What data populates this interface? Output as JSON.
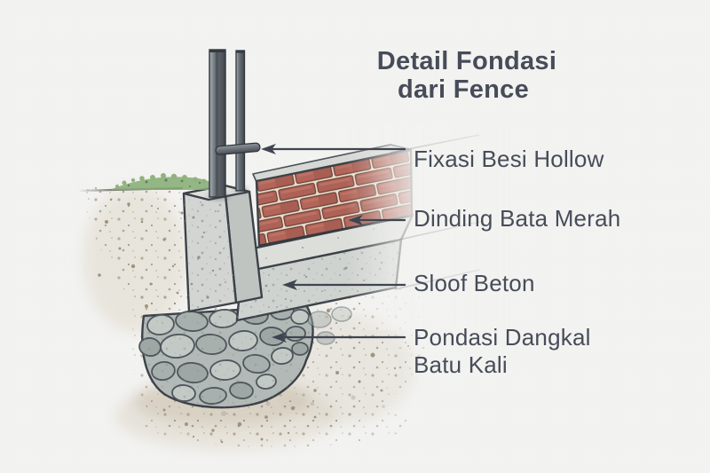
{
  "title": {
    "line1": "Detail Fondasi",
    "line2": "dari Fence"
  },
  "callouts": [
    {
      "id": "fixasi-besi-hollow",
      "label": "Fixasi Besi Hollow"
    },
    {
      "id": "dinding-bata-merah",
      "label": "Dinding Bata Merah"
    },
    {
      "id": "sloof-beton",
      "label": "Sloof Beton"
    },
    {
      "id": "pondasi-dangkal-batu-kali",
      "label": "Pondasi Dangkal",
      "label_line2": "Batu Kali"
    }
  ],
  "colors": {
    "background": "#f3f3f1",
    "text": "#474c59",
    "leader_line": "#3f4550",
    "brick": "#ae6257",
    "mortar": "#e8dfca",
    "concrete": "#d2d5d2",
    "concrete_shade": "#bfc4c1",
    "concrete_top": "#dee0dc",
    "steel": "#6b7278",
    "stone": "#b2b9b6",
    "grass": "#84aa72",
    "soil": "#c0b097"
  }
}
